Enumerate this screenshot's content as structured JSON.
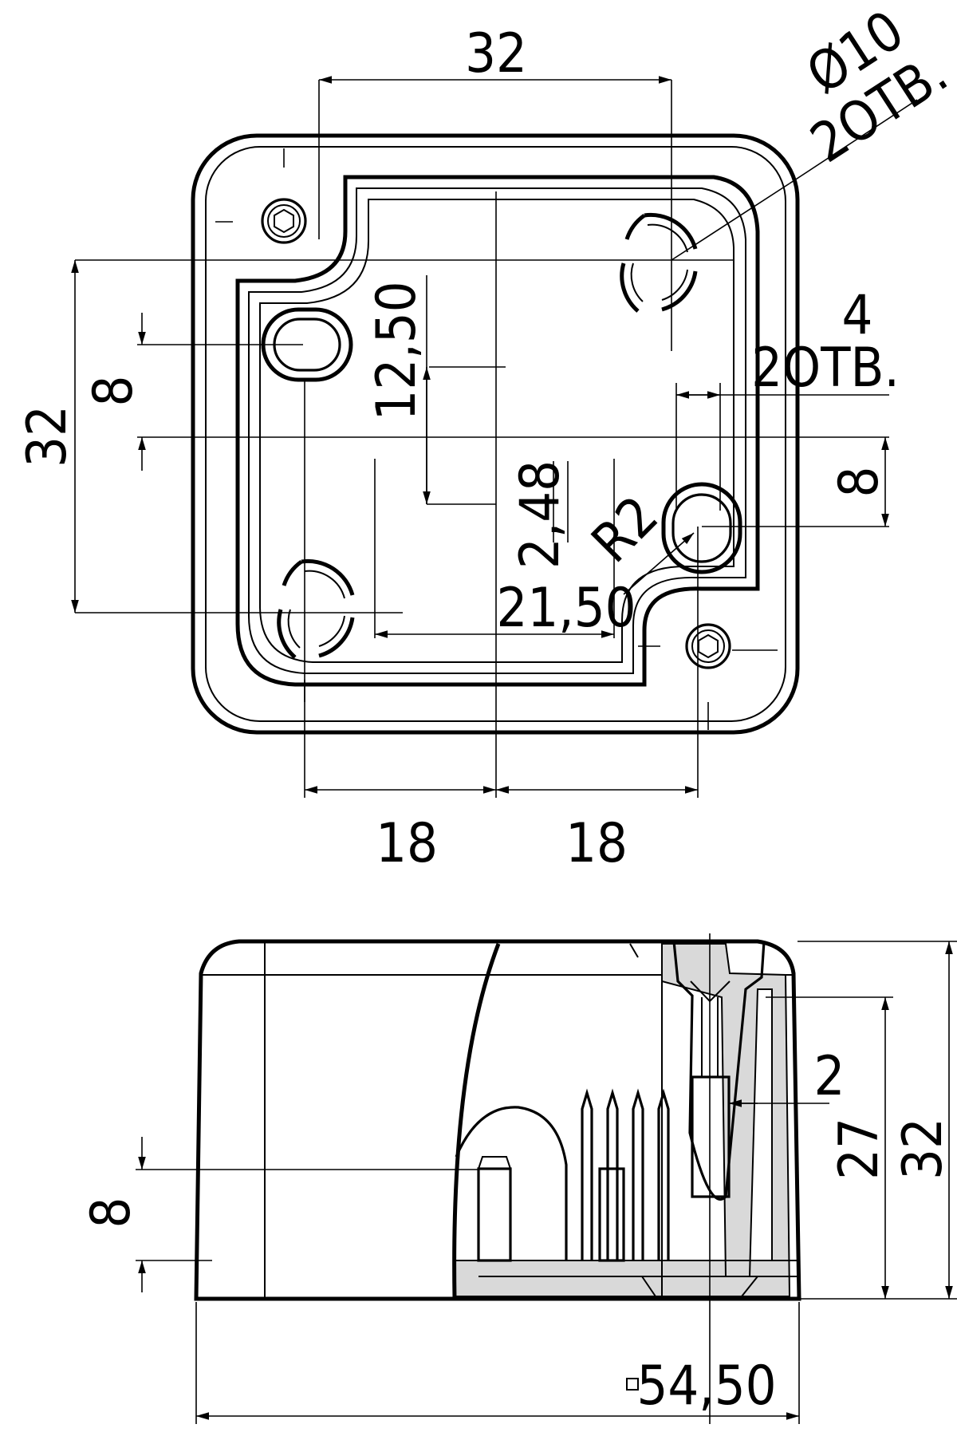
{
  "title": "",
  "colors": {
    "line": "#000000",
    "background": "#ffffff",
    "hatch": "#bdbdbd"
  },
  "top_view": {
    "dim_top_width": "32",
    "dim_hole_diameter": "Ø10",
    "dim_hole_count_top": "2ОТВ.",
    "dim_left_height": "32",
    "dim_left_slot": "8",
    "dim_center_vertical": "12,50",
    "dim_right_label_4": "4",
    "dim_right_count": "2ОТВ.",
    "dim_right_slot": "8",
    "dim_small_248": "2,48",
    "dim_radius": "R2",
    "dim_2150": "21,50",
    "dim_bottom_left": "18",
    "dim_bottom_right": "18"
  },
  "side_view": {
    "dim_left_8": "8",
    "dim_wall_2": "2",
    "dim_inner_height": "27",
    "dim_outer_height": "32",
    "dim_width": "54,50"
  }
}
